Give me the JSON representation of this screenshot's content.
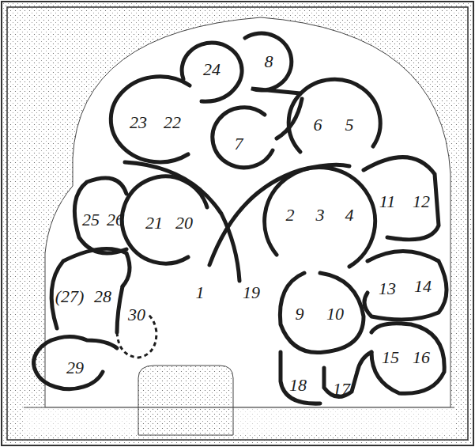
{
  "diagram": {
    "labels": [
      "24",
      "8",
      "23",
      "22",
      "7",
      "6",
      "5",
      "2",
      "3",
      "4",
      "11",
      "12",
      "25",
      "26",
      "21",
      "20",
      "13",
      "14",
      "(27)",
      "28",
      "30",
      "1",
      "19",
      "9",
      "10",
      "15",
      "16",
      "29",
      "18",
      "17"
    ]
  }
}
